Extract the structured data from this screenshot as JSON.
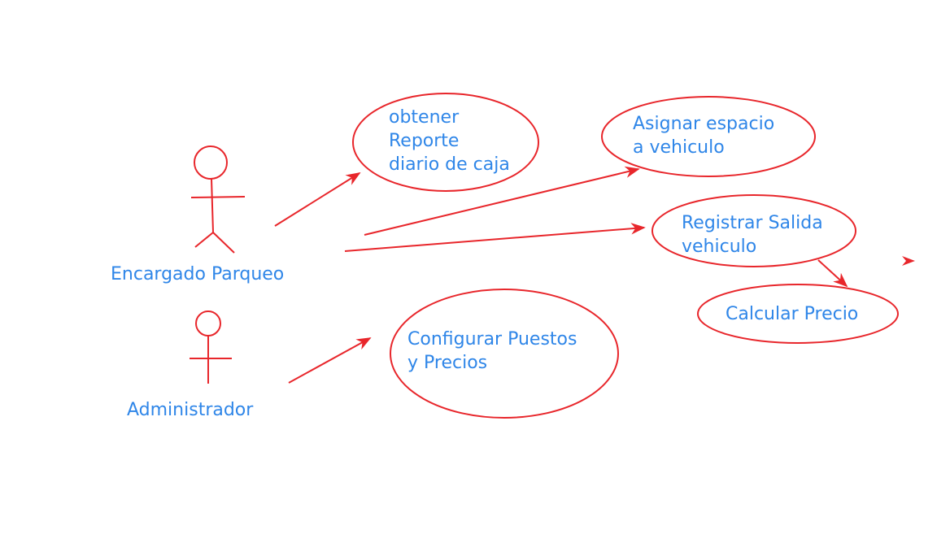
{
  "diagram": {
    "stroke_color": "#e8262b",
    "text_color": "#2f86e8",
    "actors": [
      {
        "id": "encargado",
        "label": "Encargado Parqueo"
      },
      {
        "id": "administrador",
        "label": "Administrador"
      }
    ],
    "use_cases": [
      {
        "id": "reporte",
        "label": "obtener\nReporte\ndiario de caja"
      },
      {
        "id": "asignar",
        "label": "Asignar espacio\na vehiculo"
      },
      {
        "id": "registrar",
        "label": "Registrar Salida\nvehiculo"
      },
      {
        "id": "calcular",
        "label": "Calcular Precio"
      },
      {
        "id": "configurar",
        "label": "Configurar Puestos\ny Precios"
      }
    ]
  }
}
